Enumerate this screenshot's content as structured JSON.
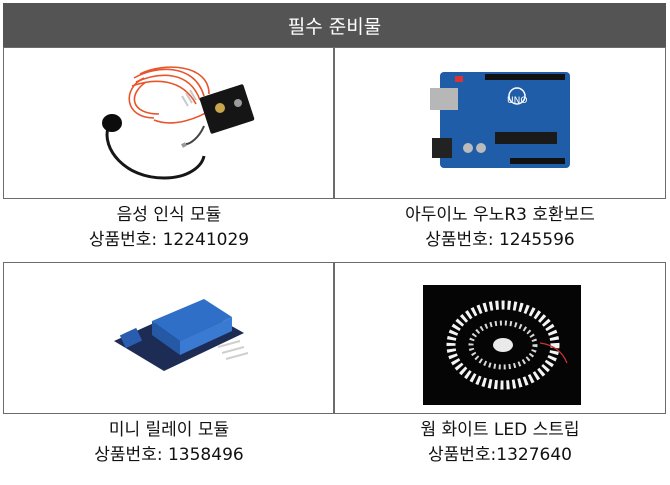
{
  "header": {
    "title": "필수 준비물"
  },
  "items": [
    {
      "name": "음성 인식 모듈",
      "code_label": "상품번호: ",
      "code": "12241029",
      "icon": "voice-recognition-module-photo"
    },
    {
      "name": "아두이노 우노R3 호환보드",
      "code_label": "상품번호: ",
      "code": "1245596",
      "icon": "arduino-uno-board-photo",
      "board_text": "UNO"
    },
    {
      "name": "미니 릴레이 모듈",
      "code_label": "상품번호: ",
      "code": "1358496",
      "icon": "relay-module-photo"
    },
    {
      "name": "웜 화이트 LED 스트립",
      "code_label": "상품번호:",
      "code": "1327640",
      "icon": "led-strip-photo"
    }
  ],
  "colors": {
    "header_bg": "#545454",
    "border": "#6b6b6b",
    "board_blue": "#1f5da8",
    "relay_blue": "#2f6fc8"
  }
}
